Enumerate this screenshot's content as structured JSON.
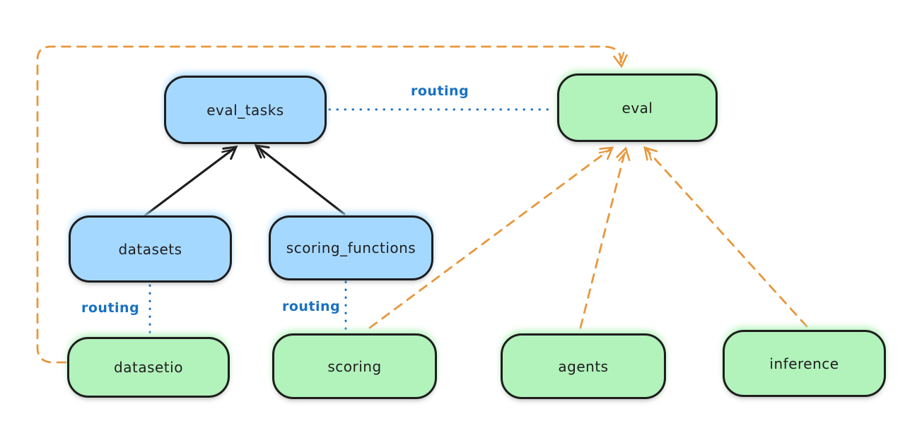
{
  "diagram": {
    "nodes": {
      "eval_tasks": {
        "label": "eval_tasks",
        "fill": "blue"
      },
      "eval": {
        "label": "eval",
        "fill": "green"
      },
      "datasets": {
        "label": "datasets",
        "fill": "blue"
      },
      "scoring_functions": {
        "label": "scoring_functions",
        "fill": "blue"
      },
      "datasetio": {
        "label": "datasetio",
        "fill": "green"
      },
      "scoring": {
        "label": "scoring",
        "fill": "green"
      },
      "agents": {
        "label": "agents",
        "fill": "green"
      },
      "inference": {
        "label": "inference",
        "fill": "green"
      }
    },
    "edges": {
      "eval_tasks_to_eval": {
        "label": "routing",
        "style": "dotted-blue"
      },
      "datasets_to_datasetio": {
        "label": "routing",
        "style": "dotted-blue"
      },
      "scoring_functions_to_scoring": {
        "label": "routing",
        "style": "dotted-blue"
      },
      "datasets_to_eval_tasks": {
        "style": "solid-black-arrow"
      },
      "scoring_functions_to_eval_tasks": {
        "style": "solid-black-arrow"
      },
      "datasetio_to_eval": {
        "style": "dashed-orange-arrow"
      },
      "scoring_to_eval": {
        "style": "dashed-orange-arrow"
      },
      "agents_to_eval": {
        "style": "dashed-orange-arrow"
      },
      "inference_to_eval": {
        "style": "dashed-orange-arrow"
      }
    },
    "colors": {
      "blue_fill": "#a5d8ff",
      "green_fill": "#b2f2bb",
      "stroke": "#1e1e1e",
      "routing_blue": "#1971c2",
      "orange": "#e8973c",
      "background": "#ffffff"
    }
  }
}
